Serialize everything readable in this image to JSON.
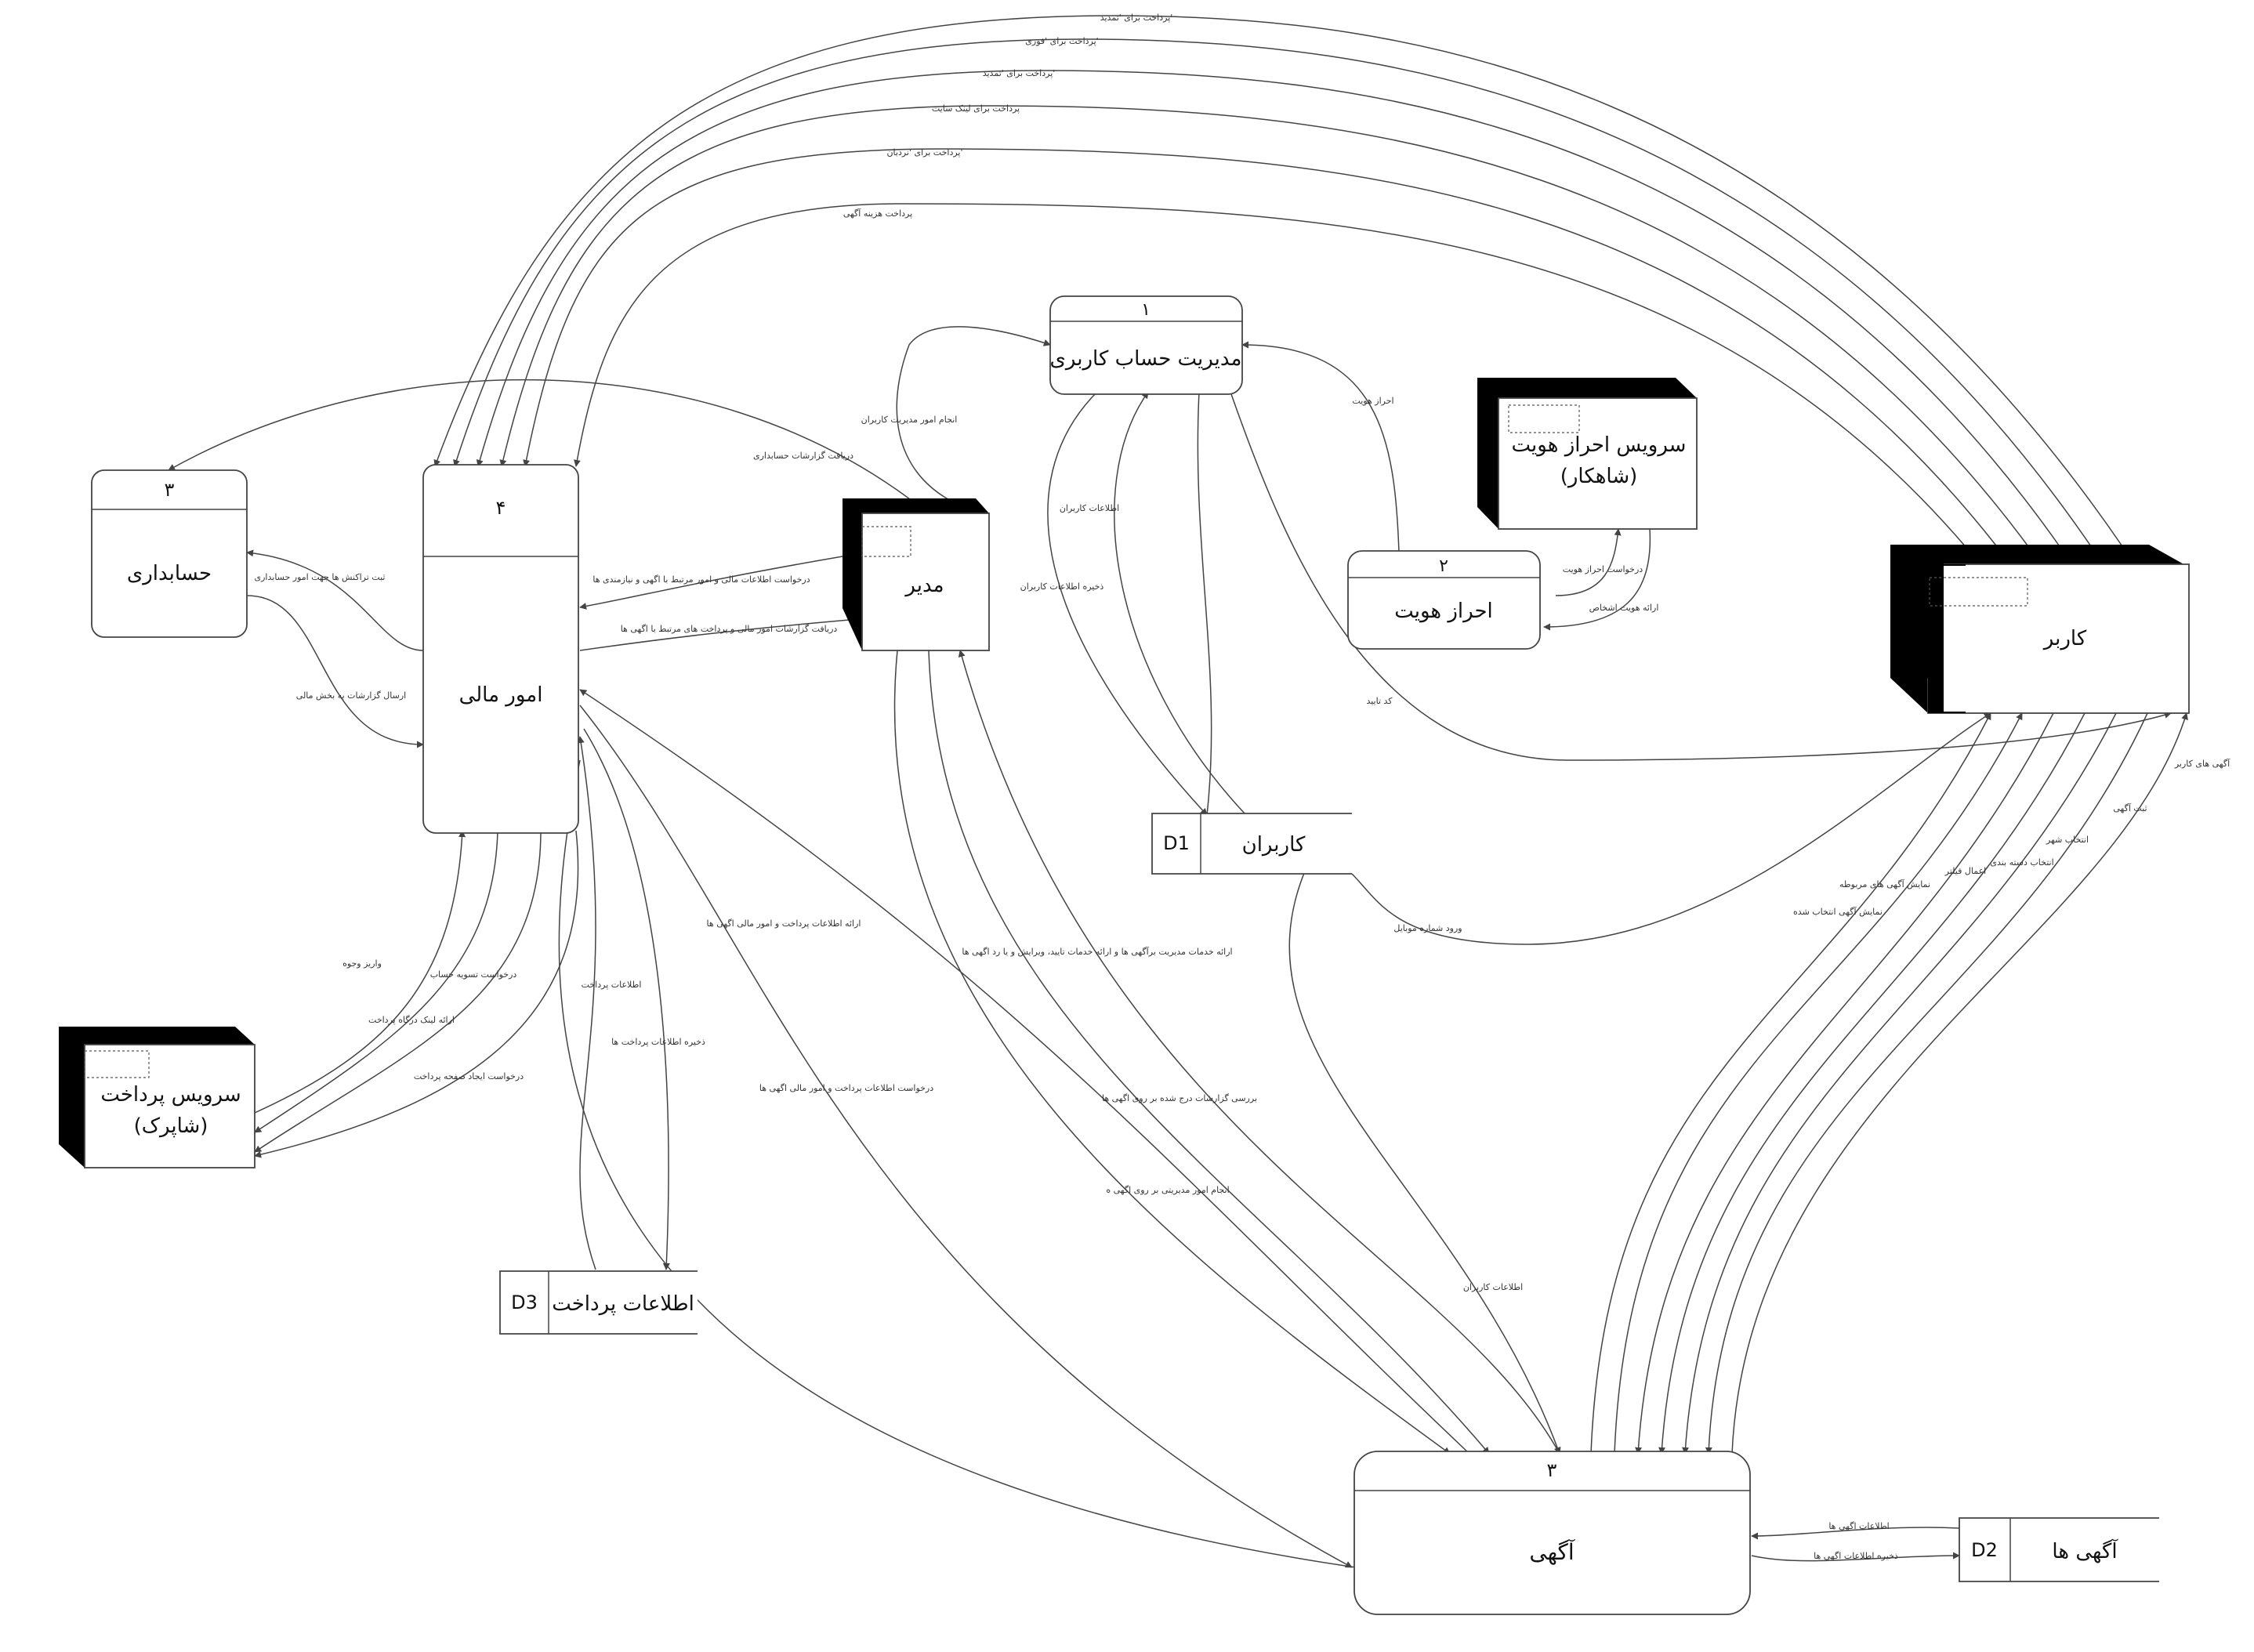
{
  "processes": {
    "p1": {
      "number": "۱",
      "label": "مدیریت حساب کاربری"
    },
    "p2": {
      "number": "۲",
      "label": "احراز هویت"
    },
    "p3": {
      "number": "۳",
      "label": "آگهی"
    },
    "p4": {
      "number": "۴",
      "label": "امور مالی"
    },
    "p5": {
      "number": "۳",
      "label": "حسابداری"
    }
  },
  "externals": {
    "user": {
      "label": "کاربر"
    },
    "admin": {
      "label": "مدیر"
    },
    "shahkar": {
      "line1": "سرویس احراز هویت",
      "line2": "(شاهکار)"
    },
    "shaparak": {
      "line1": "سرویس پرداخت",
      "line2": "(شاپرک)"
    }
  },
  "stores": {
    "d1": {
      "id": "D1",
      "label": "کاربران"
    },
    "d2": {
      "id": "D2",
      "label": "آگهی ها"
    },
    "d3": {
      "id": "D3",
      "label": "اطلاعات پرداخت"
    }
  },
  "flows": {
    "pay_renew1": "پرداخت برای 'تمدید'",
    "pay_urgent": "پرداخت برای 'فوری'",
    "pay_renew2": "پرداخت برای 'تمدید'",
    "pay_ladder": "پرداخت برای 'نردبان'",
    "pay_link": "پرداخت برای لینک سایت",
    "pay_fee": "پرداخت هزینه آگهی",
    "admin_users": "انجام امور مدیریت کاربران",
    "acct_reports": "دریافت گزارشات حسابداری",
    "user_info1": "اطلاعات کاربران",
    "store_users": "ذخیره اطلاعات کاربران",
    "auth": "احراز هویت",
    "auth_req": "درخواست احراز هویت",
    "auth_resp": "ارائه هویت اشخاص",
    "confirm_code": "کد تایید",
    "mobile": "ورود شماره موبایل",
    "record_tx": "ثبت تراکنش ها جهت امور حسابداری",
    "send_reports": "ارسال گزارشات به بخش مالی",
    "fin_req": "درخواست اطلاعات مالی و امور مرتبط با اگهی و نیازمندی ها",
    "fin_reports": "دریافت گزارشات امور مالی و پرداخت های مرتبط با اگهی ها",
    "deposit": "واریز وجوه",
    "settle_req": "درخواست تسویه حساب",
    "gateway_link": "ارائه لینک درگاه پرداخت",
    "page_req": "درخواست ایجاد صفحه پرداخت",
    "pay_info": "اطلاعات پرداخت",
    "store_pay": "ذخیره اطلاعات پرداخت ها",
    "pay_info_ads": "ارائه اطلاعات پرداخت و امور مالی اگهی ها",
    "req_pay_info_ads": "درخواست اطلاعات پرداخت و امور مالی اگهی ها",
    "admin_services": "ارائه خدمات مدیریت برآگهی ها و ارائه خدمات تایید، ویرایش و یا رد اگهی ها",
    "review_reports": "بررسی گزارشات درج شده بر روی اگهی ها",
    "admin_ads": "انجام امور مدیریتی بر روی اگهی ه",
    "user_info2": "اطلاعات کاربران",
    "my_ads": "آگهی های کاربر",
    "post_ad": "ثبت آگهی",
    "city": "انتخاب شهر",
    "category": "انتخاب دسته بندی",
    "filter": "اعمال فیلتر",
    "related": "نمایش آگهی های مربوطه",
    "selected": "نمایش آگهی انتخاب شده",
    "ads_info": "اطلاعات اگهی ها",
    "store_ads": "ذخیره اطلاعات اگهی ها"
  }
}
